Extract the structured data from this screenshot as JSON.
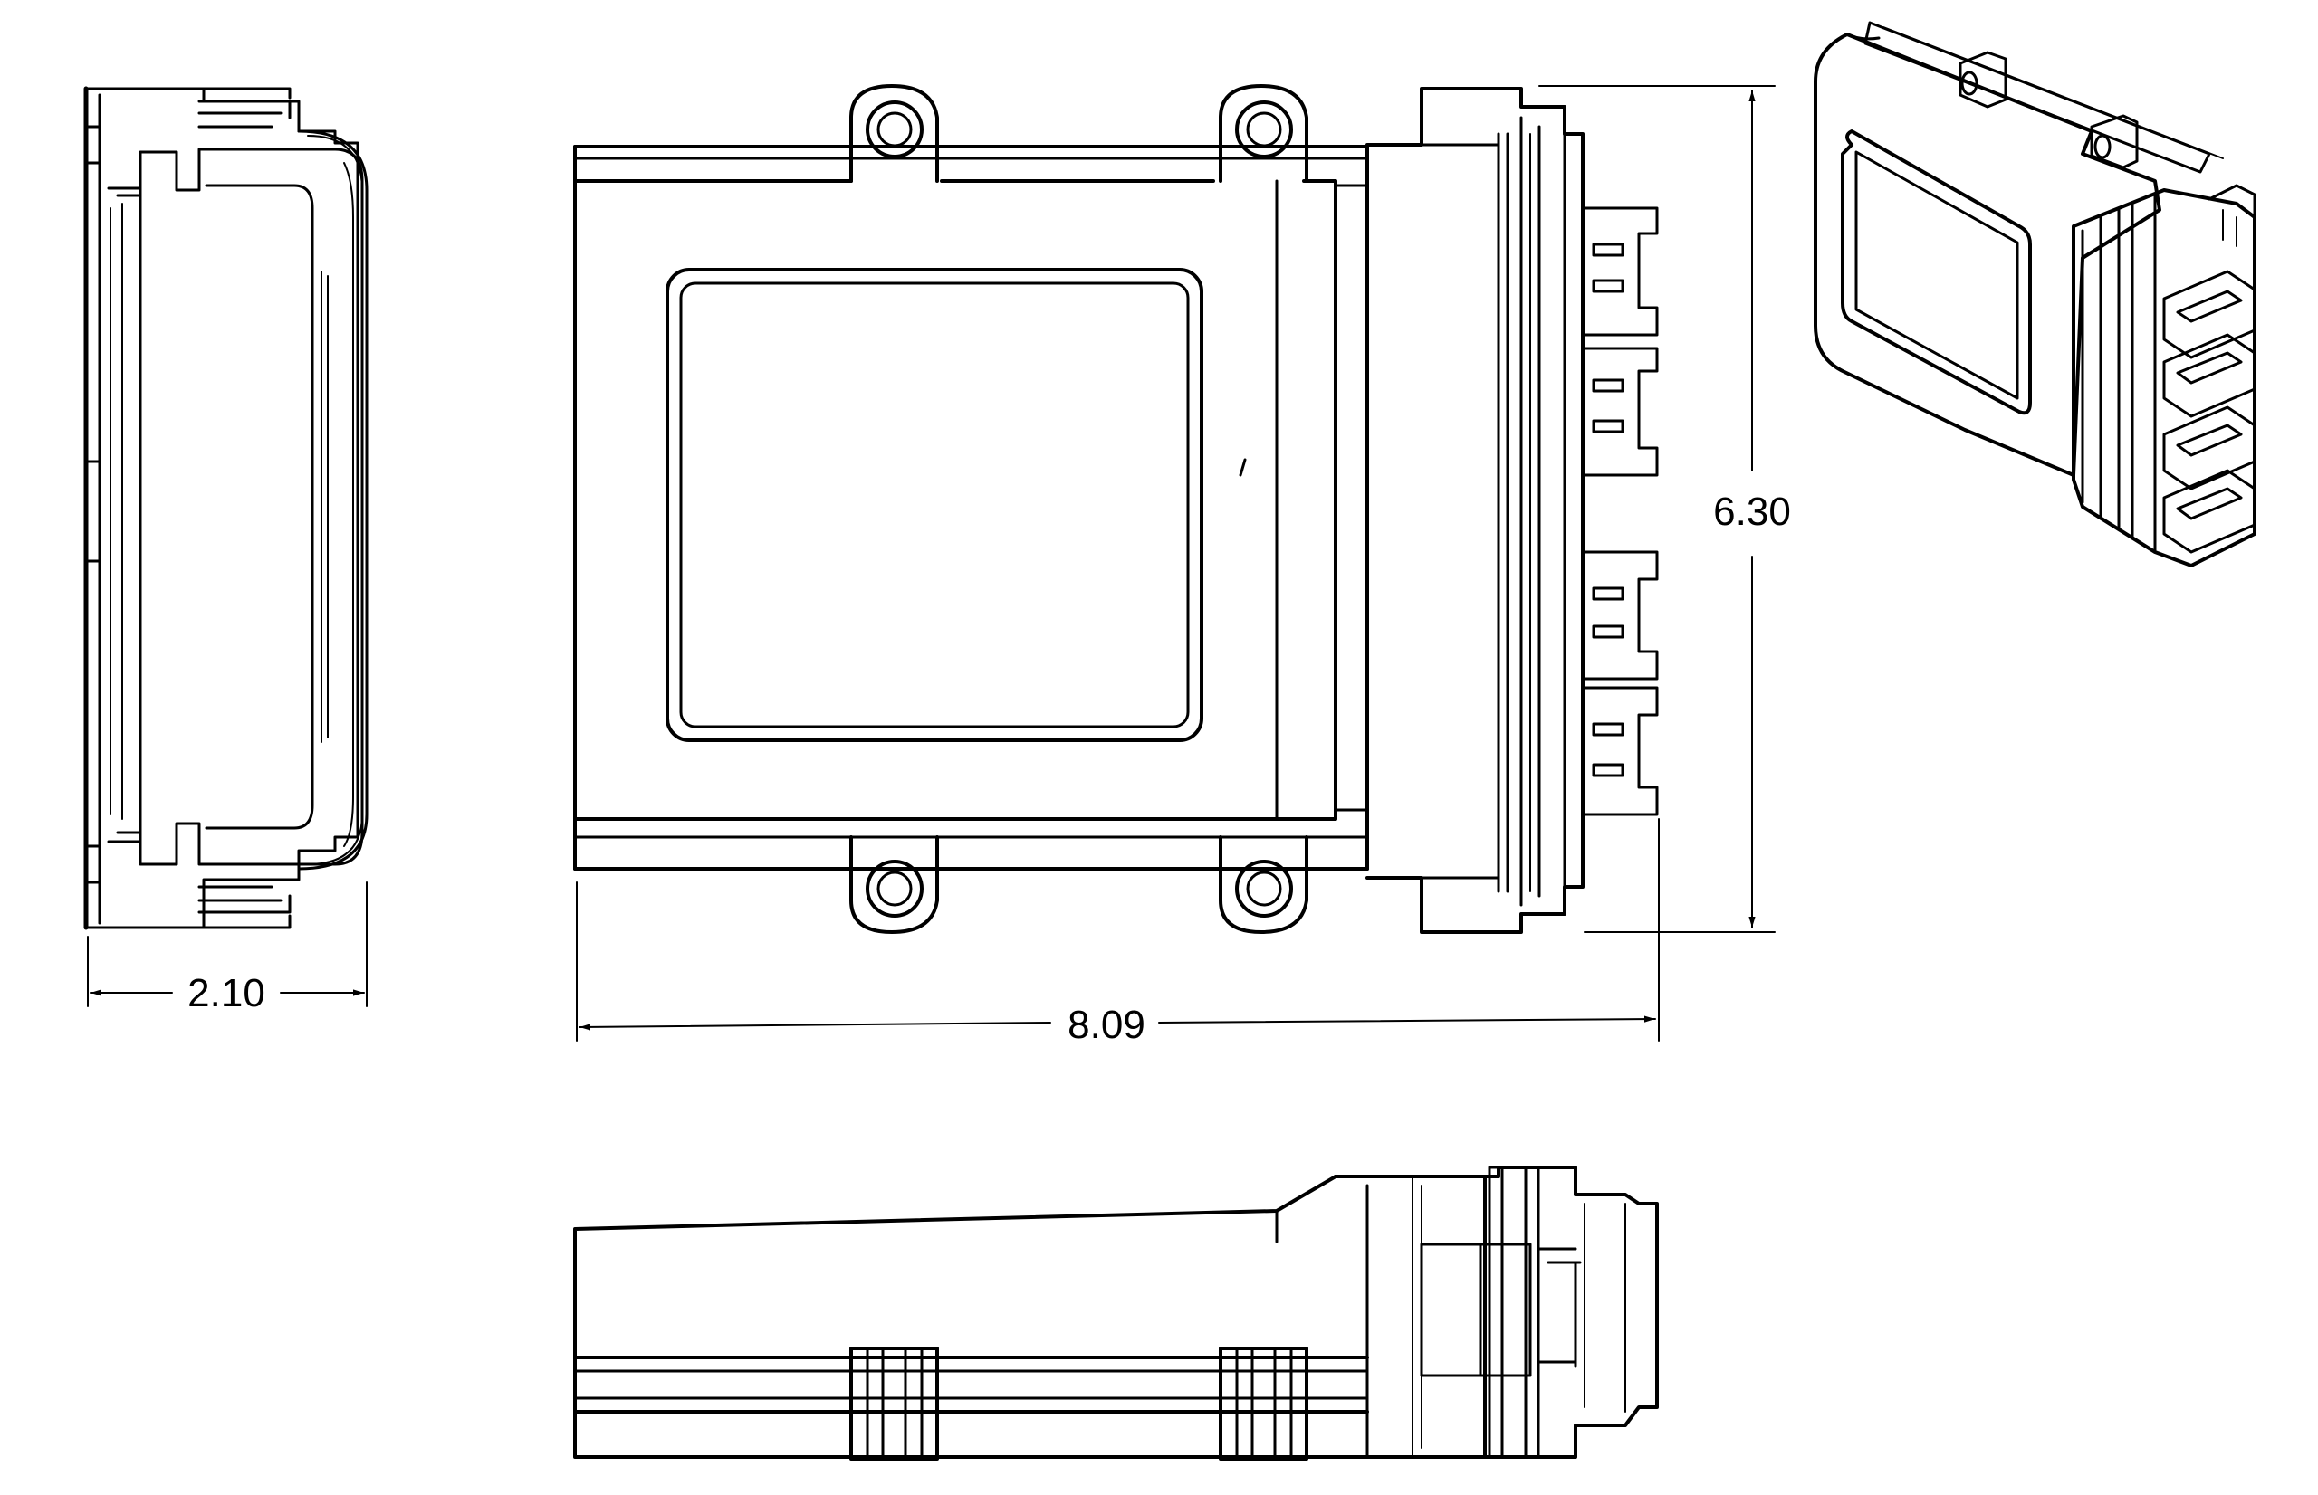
{
  "dimensions": {
    "width_label": "2.10",
    "length_label": "8.09",
    "height_label": "6.30"
  },
  "colors": {
    "line": "#000000",
    "background": "#ffffff"
  }
}
